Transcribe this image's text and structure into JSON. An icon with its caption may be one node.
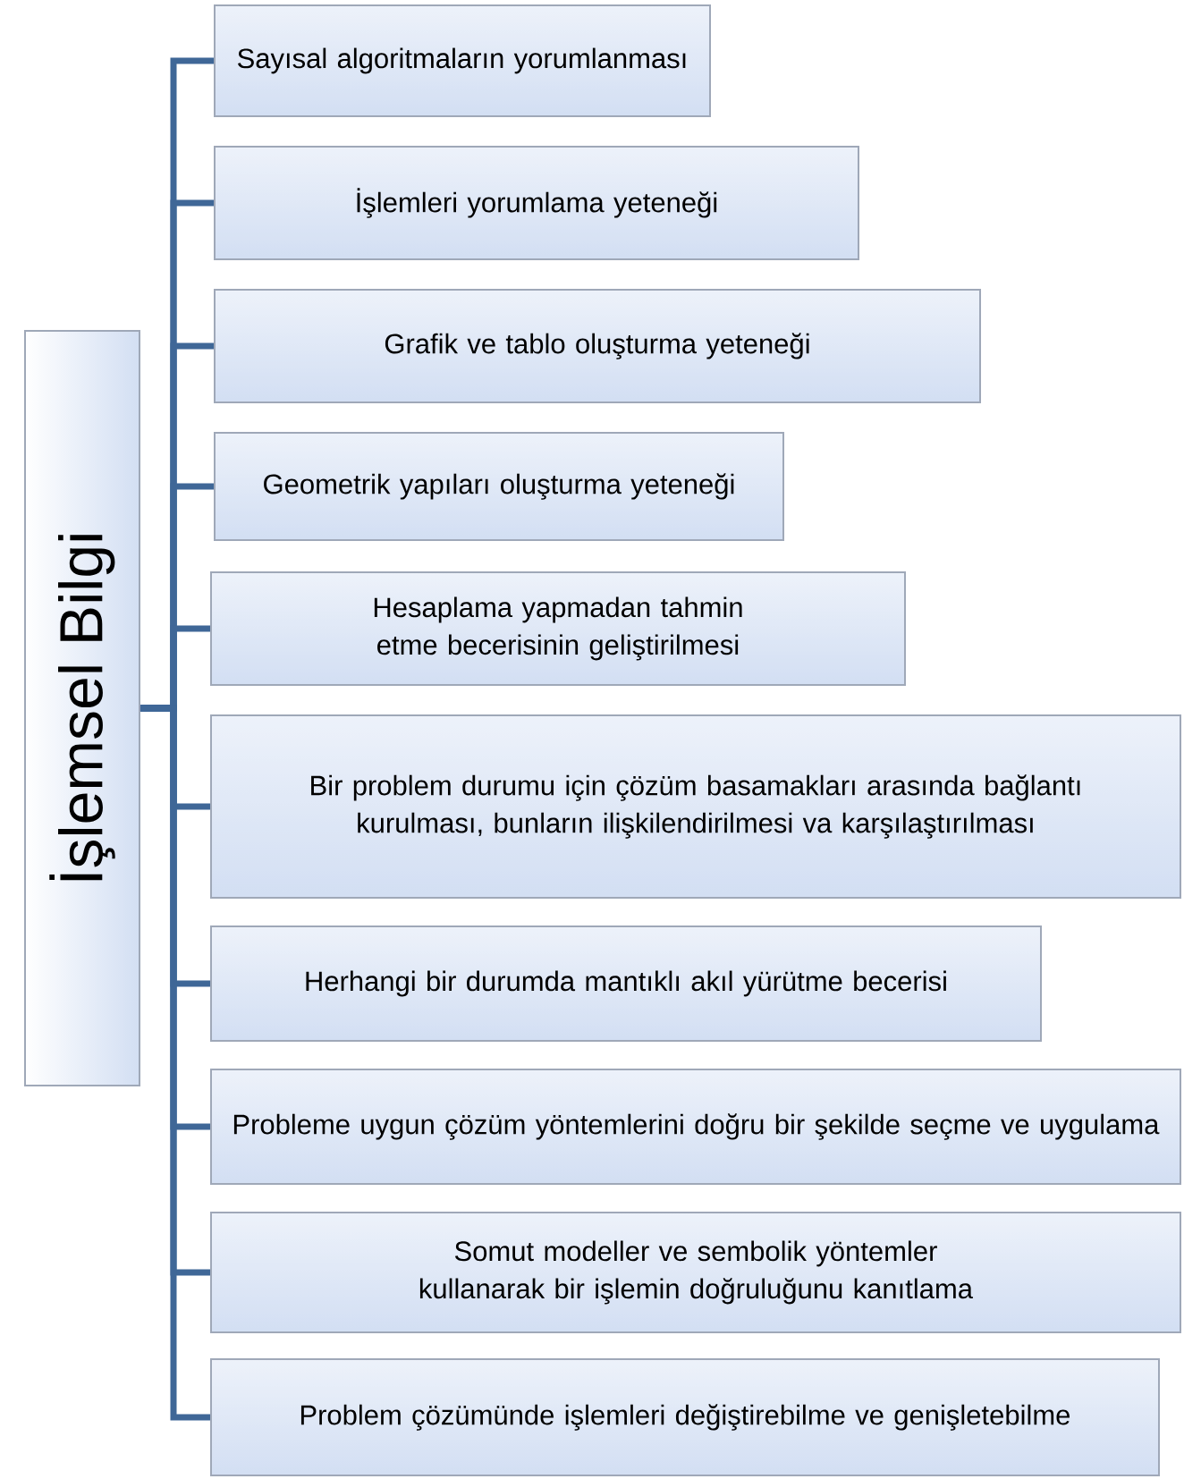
{
  "diagram": {
    "nodes": [
      {
        "text": [
          "İşlemsel Bilgi"
        ]
      },
      {
        "text": [
          "Sayısal algoritmaların yorumlanması"
        ]
      },
      {
        "text": [
          "İşlemleri yorumlama yeteneği"
        ]
      },
      {
        "text": [
          "Grafik ve tablo oluşturma yeteneği"
        ]
      },
      {
        "text": [
          "Geometrik yapıları oluşturma yeteneği"
        ]
      },
      {
        "text": [
          "Hesaplama yapmadan tahmin etme becerisinin geliştirilmesi"
        ]
      },
      {
        "text": [
          "Bir problem durumu için  çözüm basamakları arasında bağlantı kurulması, bunların ilişkilendirilmesi va karşılaştırılması"
        ]
      },
      {
        "text": [
          "Herhangi bir durumda mantıklı akıl yürütme becerisi"
        ]
      },
      {
        "text": [
          "Probleme uygun çözüm yöntemlerini doğru bir şekilde seçme ve uygulama"
        ]
      },
      {
        "text": [
          "Somut modeller ve sembolik yöntemler kullanarak bir işlemin doğruluğunu kanıtlama"
        ]
      },
      {
        "text": [
          "Problem çözümünde işlemleri değiştirebilme ve genişletebilme"
        ]
      }
    ],
    "edges": [
      {
        "from": 0,
        "to": 1,
        "arrow": "none"
      },
      {
        "from": 0,
        "to": 2,
        "arrow": "none"
      },
      {
        "from": 0,
        "to": 3,
        "arrow": "none"
      },
      {
        "from": 0,
        "to": 4,
        "arrow": "none"
      },
      {
        "from": 0,
        "to": 5,
        "arrow": "none"
      },
      {
        "from": 0,
        "to": 6,
        "arrow": "none"
      },
      {
        "from": 0,
        "to": 7,
        "arrow": "none"
      },
      {
        "from": 0,
        "to": 8,
        "arrow": "none"
      },
      {
        "from": 0,
        "to": 9,
        "arrow": "none"
      },
      {
        "from": 0,
        "to": 10,
        "arrow": "none"
      }
    ]
  }
}
